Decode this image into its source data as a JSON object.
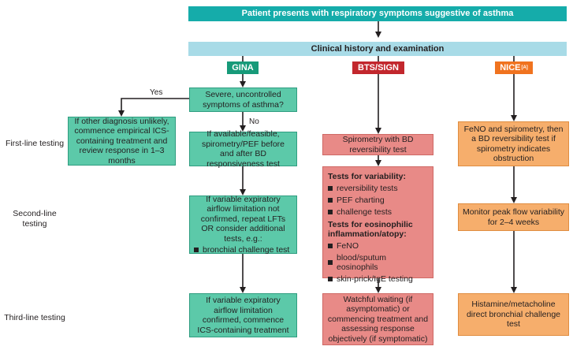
{
  "top": {
    "presents": "Patient presents with respiratory symptoms suggestive of asthma",
    "history": "Clinical history and examination"
  },
  "tags": {
    "gina": "GINA",
    "bts": "BTS/SIGN",
    "nice": "NICE",
    "nice_ref": "[A]"
  },
  "row_labels": {
    "first": "First-line testing",
    "second": "Second-line testing",
    "third": "Third-line testing"
  },
  "gina": {
    "question": "Severe, uncontrolled symptoms of asthma?",
    "yes": "Yes",
    "no": "No",
    "yes_box": "If other diagnosis unlikely, commence empirical ICS-containing treatment and review response in 1–3 months",
    "first": "If available/feasible, spirometry/PEF before and after BD responsiveness test",
    "second_text": "If variable expiratory airflow limitation not confirmed, repeat LFTs OR consider additional tests, e.g.:",
    "second_item": "bronchial challenge test",
    "third": "If variable expiratory airflow limitation confirmed, commence ICS-containing treatment"
  },
  "bts": {
    "first": "Spirometry with BD reversibility test",
    "variability_heading": "Tests for variability:",
    "variability_items": [
      "reversibility tests",
      "PEF charting",
      "challenge tests"
    ],
    "eos_heading": "Tests for eosinophilic inflammation/atopy:",
    "eos_items": [
      "FeNO",
      "blood/sputum eosinophils",
      "skin-prick/IgE testing"
    ],
    "third": "Watchful waiting (if asymptomatic) or commencing treatment and assessing response objectively (if symptomatic)"
  },
  "nice": {
    "first": "FeNO and spirometry, then a BD reversibility test if spirometry indicates obstruction",
    "second": "Monitor peak flow variability for 2–4 weeks",
    "third": "Histamine/metacholine direct bronchial challenge test"
  },
  "colors": {
    "teal": "#15acaa",
    "light_blue": "#a8dbe7",
    "gina_green": "#5cc9a9",
    "bts_red": "#e88a87",
    "nice_orange": "#f6ae6c",
    "gina_tag": "#179a79",
    "bts_tag": "#c2272d",
    "nice_tag": "#f0731f"
  }
}
